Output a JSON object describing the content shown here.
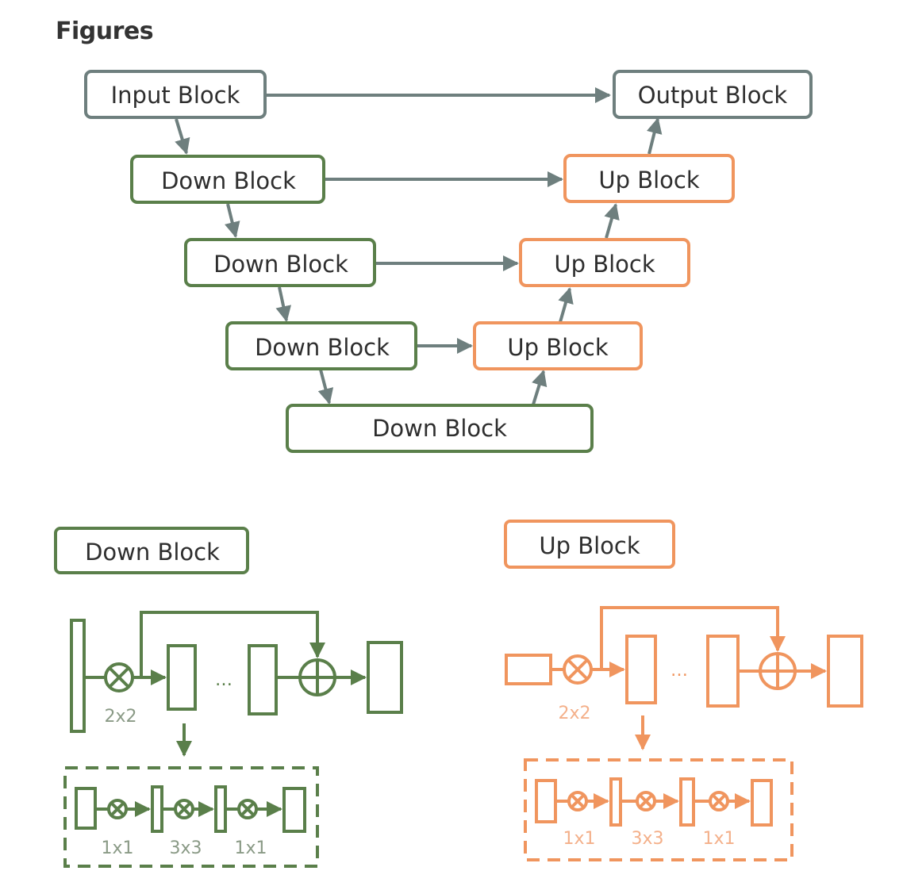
{
  "heading": "Figures",
  "colors": {
    "gray": "#6e7f7e",
    "green": "#5a7f4a",
    "orange": "#f0955e",
    "text": "#2e2e2e",
    "label_green": "#8a9a86",
    "label_orange": "#f4b08a"
  },
  "architecture": {
    "input_block": "Input Block",
    "output_block": "Output Block",
    "down_blocks": [
      "Down Block",
      "Down Block",
      "Down Block",
      "Down Block"
    ],
    "up_blocks": [
      "Up Block",
      "Up Block",
      "Up Block"
    ]
  },
  "legend": {
    "down": {
      "title": "Down Block",
      "pool_label": "2x2",
      "ellipsis": "…",
      "conv_labels": [
        "1x1",
        "3x3",
        "1x1"
      ]
    },
    "up": {
      "title": "Up Block",
      "pool_label": "2x2",
      "ellipsis": "…",
      "conv_labels": [
        "1x1",
        "3x3",
        "1x1"
      ]
    }
  }
}
